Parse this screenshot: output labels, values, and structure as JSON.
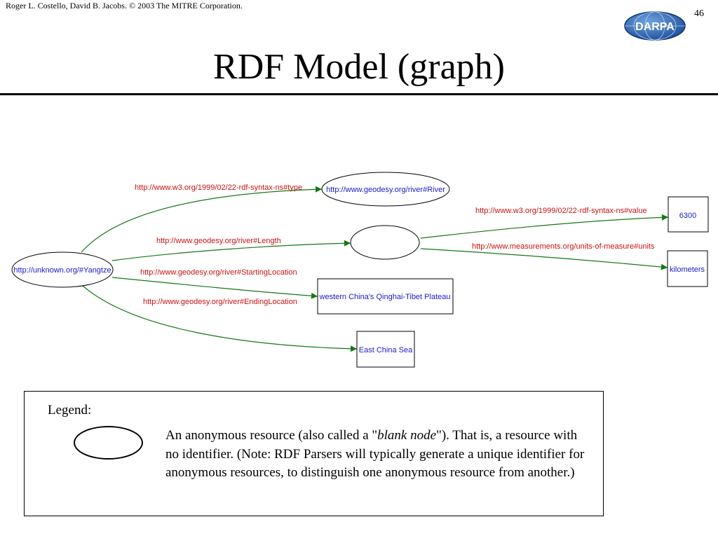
{
  "header": {
    "credit": "Roger L. Costello, David B. Jacobs. © 2003 The MITRE Corporation.",
    "page_number": "46",
    "logo_text": "DARPA",
    "title": "RDF Model (graph)"
  },
  "graph": {
    "nodes": {
      "yangtze": "http://unknown.org/#Yangtze",
      "river": "http://www.geodesy.org/river#River",
      "blank": "",
      "value_6300": "6300",
      "kilometers": "kilometers",
      "plateau": "western China's Qinghai-Tibet Plateau",
      "east_china_sea": "East China Sea"
    },
    "edges": {
      "type": "http://www.w3.org/1999/02/22-rdf-syntax-ns#type",
      "length": "http://www.geodesy.org/river#Length",
      "starting_location": "http://www.geodesy.org/river#StartingLocation",
      "ending_location": "http://www.geodesy.org/river#EndingLocation",
      "value": "http://www.w3.org/1999/02/22-rdf-syntax-ns#value",
      "units": "http://www.measurements.org/units-of-measure#units"
    },
    "colors": {
      "edge": "#157715",
      "edge_label": "#cc1111",
      "node_label": "#1a1acc"
    }
  },
  "legend": {
    "title": "Legend:",
    "text_before": "An anonymous resource (also called a \"",
    "text_italic": "blank node",
    "text_after": "\").  That is, a resource with no identifier. (Note: RDF Parsers will typically generate a unique identifier for anonymous resources, to distinguish one anonymous resource from another.)"
  }
}
